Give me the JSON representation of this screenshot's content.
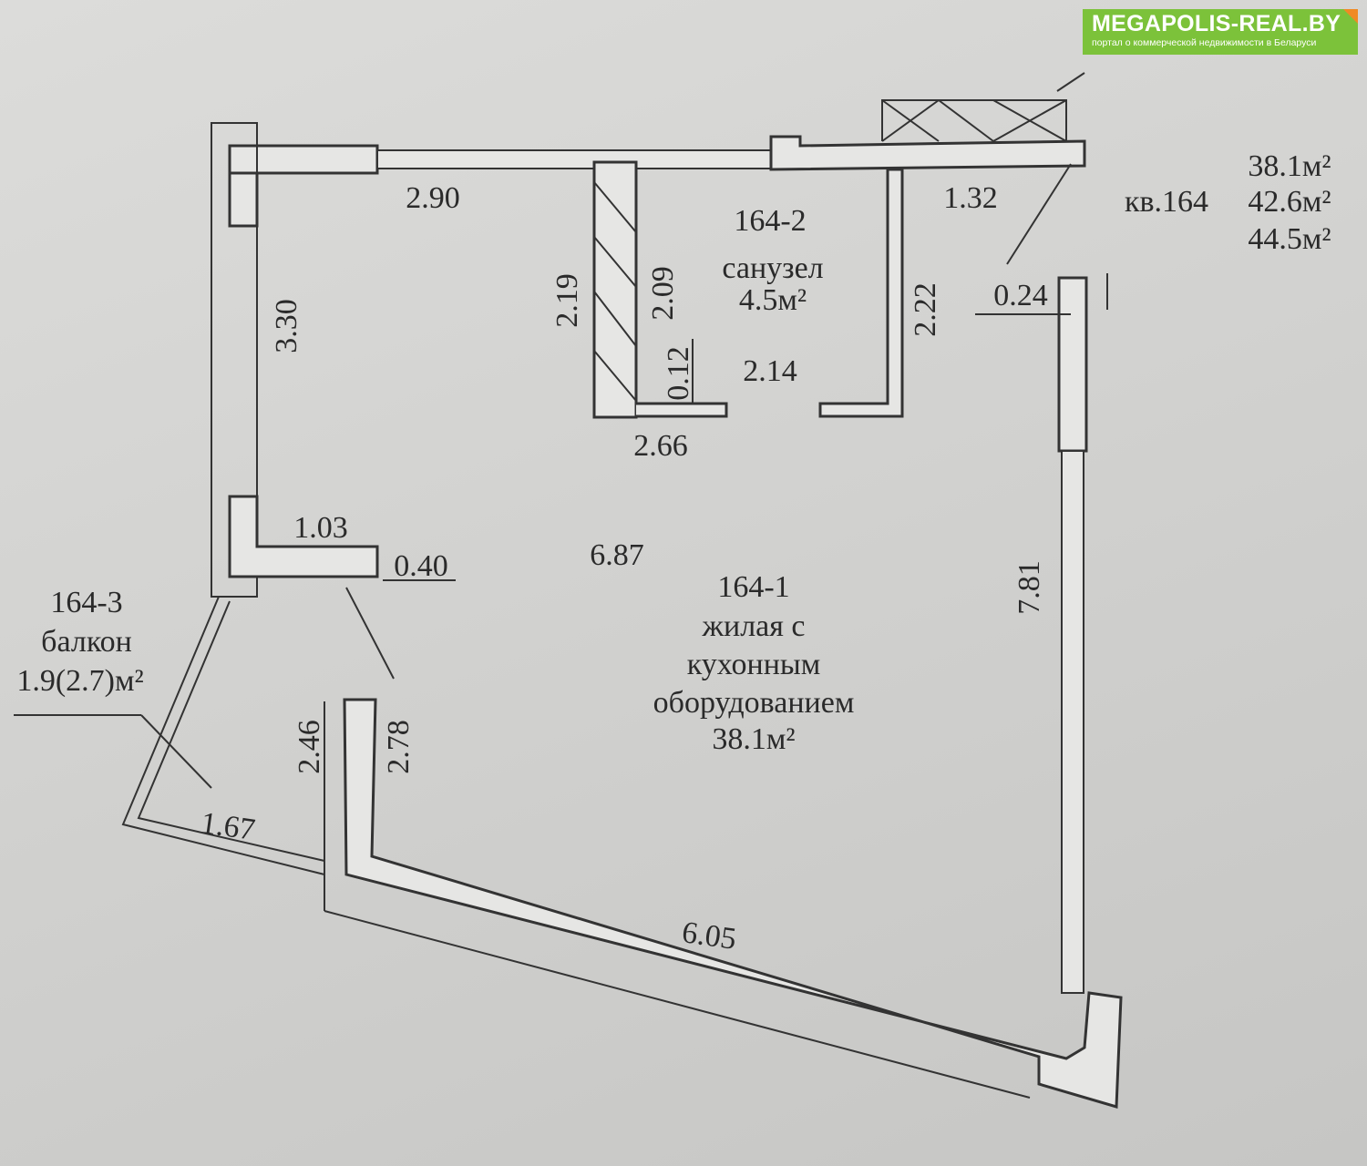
{
  "logo": {
    "title": "MEGAPOLIS-REAL.BY",
    "subtitle": "портал о коммерческой недвижимости в Беларуси",
    "color": "#7cc23a"
  },
  "apartment": {
    "label": "кв.164",
    "areas": [
      "38.1м²",
      "42.6м²",
      "44.5м²"
    ]
  },
  "rooms": {
    "bathroom": {
      "id": "164-2",
      "name": "санузел",
      "area": "4.5м²"
    },
    "living": {
      "id": "164-1",
      "name_lines": [
        "жилая с",
        "кухонным",
        "оборудованием"
      ],
      "area": "38.1м²"
    },
    "balcony": {
      "id": "164-3",
      "name": "балкон",
      "area": "1.9(2.7)м²"
    }
  },
  "dimensions": {
    "d290": "2.90",
    "d132": "1.32",
    "d219": "2.19",
    "d209": "2.09",
    "d222": "2.22",
    "d024": "0.24",
    "d330": "3.30",
    "d012": "0.12",
    "d214": "2.14",
    "d266": "2.66",
    "d103": "1.03",
    "d040": "0.40",
    "d687": "6.87",
    "d781": "7.81",
    "d246": "2.46",
    "d278": "2.78",
    "d167": "1.67",
    "d605": "6.05"
  }
}
